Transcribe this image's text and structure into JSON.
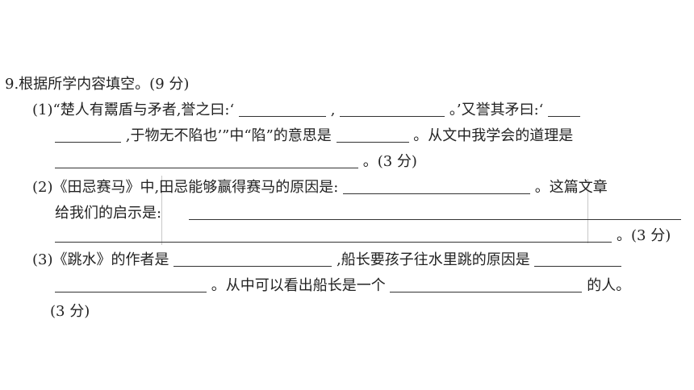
{
  "question": {
    "title": "9.根据所学内容填空。(9 分)",
    "part1": {
      "a": "(1)“楚人有鬻盾与矛者,誉之曰:‘",
      "b": ",",
      "c": "。’又誉其矛曰:‘",
      "d": ",于物无不陷也’”中“陷”的意思是",
      "e": "。从文中我学会的道理是",
      "f": "。(3 分)"
    },
    "part2": {
      "a": "(2)《田忌赛马》中,田忌能够赢得赛马的原因是:",
      "b": "。这篇文章",
      "c": "给我们的启示是:",
      "d": "。(3 分)"
    },
    "part3": {
      "a": "(3)《跳水》的作者是",
      "b": ",船长要孩子往水里跳的原因是",
      "c": "。从中可以看出船长是一个",
      "d": "的人。",
      "e": "(3 分)"
    }
  }
}
